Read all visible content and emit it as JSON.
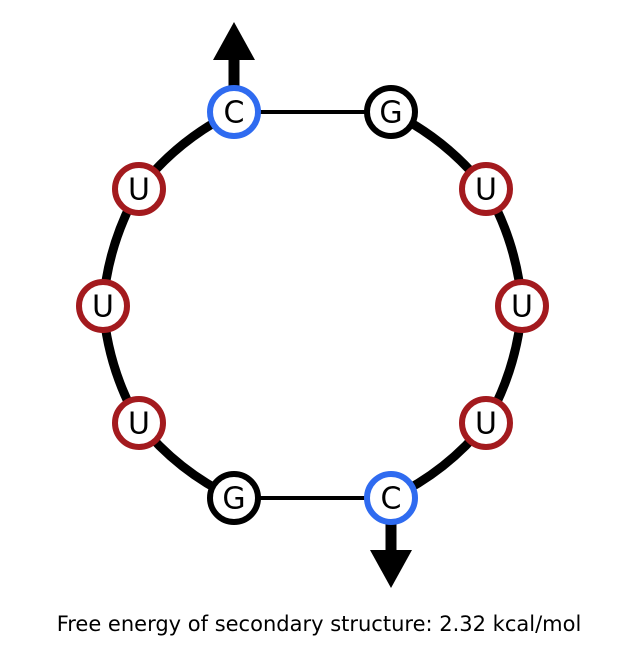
{
  "structure": {
    "nucleotides": [
      {
        "base": "C",
        "ring": "blue"
      },
      {
        "base": "U",
        "ring": "red"
      },
      {
        "base": "U",
        "ring": "red"
      },
      {
        "base": "U",
        "ring": "red"
      },
      {
        "base": "G",
        "ring": "black"
      },
      {
        "base": "C",
        "ring": "blue"
      },
      {
        "base": "U",
        "ring": "red"
      },
      {
        "base": "U",
        "ring": "red"
      },
      {
        "base": "U",
        "ring": "red"
      },
      {
        "base": "G",
        "ring": "black"
      }
    ],
    "base_pairs": [
      [
        0,
        9
      ],
      [
        4,
        5
      ]
    ],
    "strand_ends": [
      "5-prime-arrow-up",
      "3-prime-arrow-down"
    ]
  },
  "colors": {
    "blue": "#2f6bf0",
    "red": "#a31a1e",
    "black": "#000000",
    "backbone": "#000000"
  },
  "caption": "Free energy of secondary structure: 2.32 kcal/mol"
}
